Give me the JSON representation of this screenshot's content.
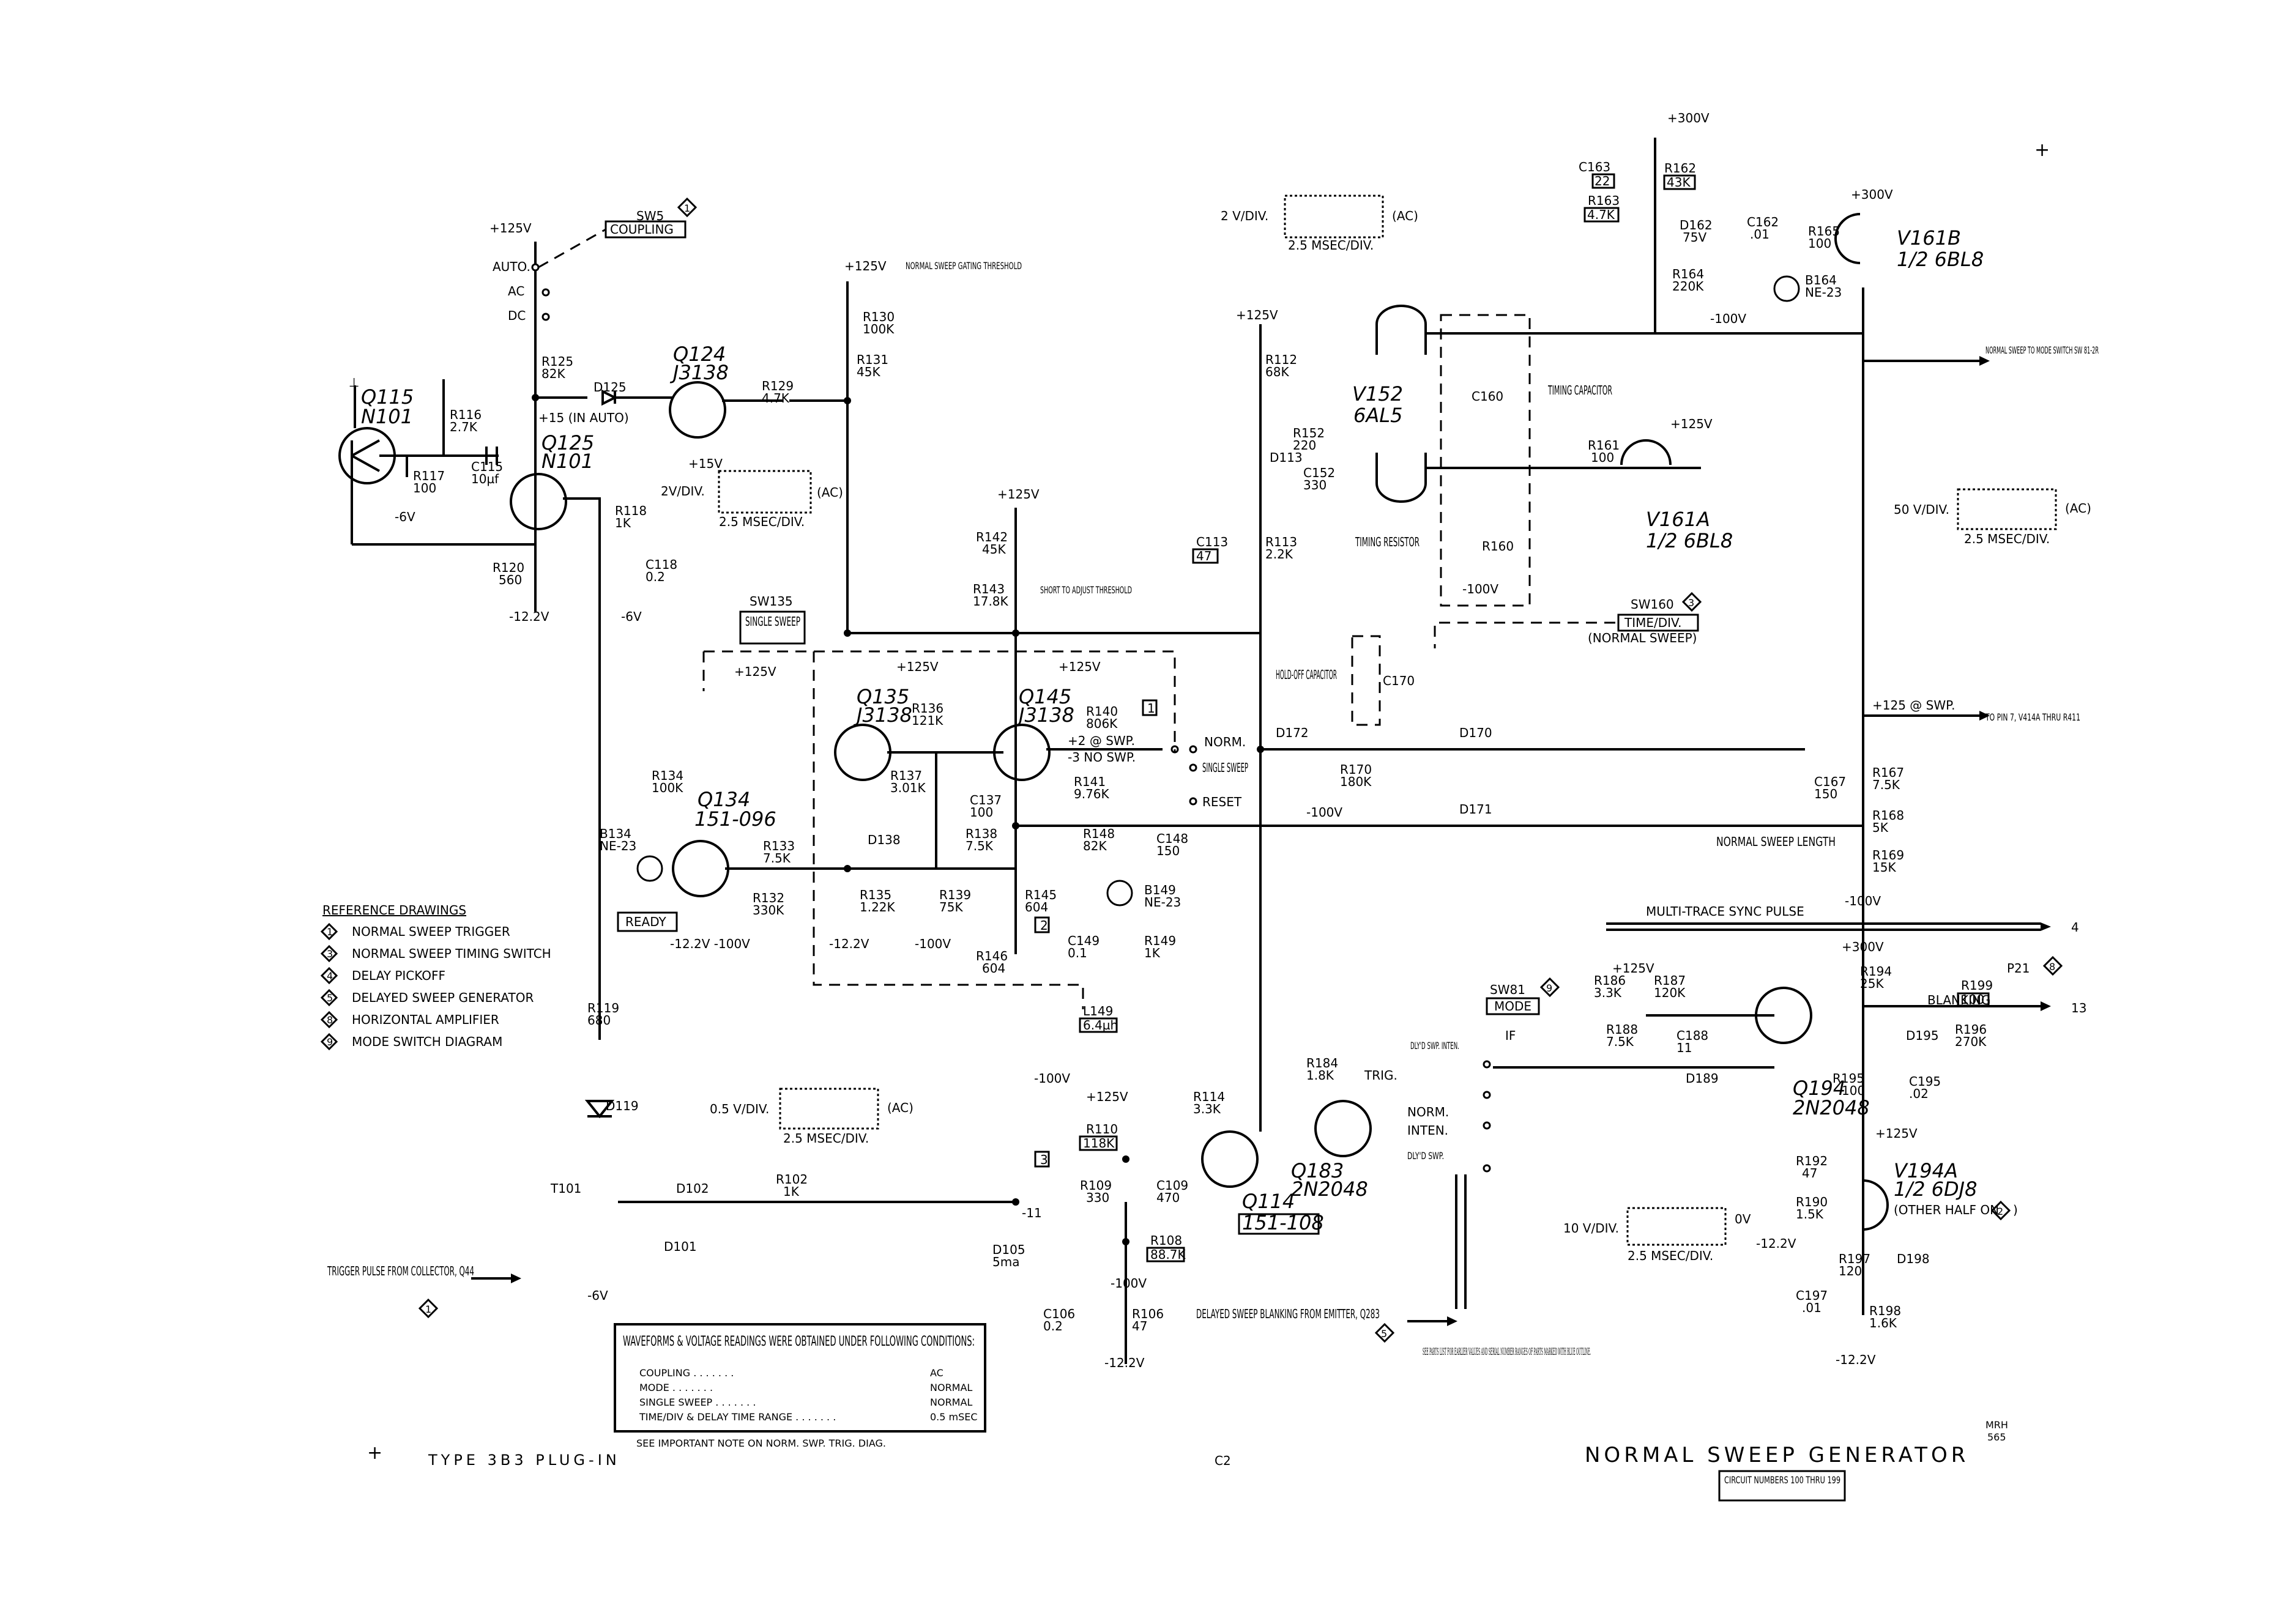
{
  "title": "NORMAL SWEEP GENERATOR",
  "circuit_numbers": "CIRCUIT NUMBERS 100 THRU 199",
  "plugin": "TYPE 3B3 PLUG-IN",
  "page_mark": "C2",
  "initials": "MRH",
  "date_code": "565",
  "parts_note": "SEE PARTS LIST FOR EARLIER VALUES AND SERIAL NUMBER RANGES OF PARTS MARKED WITH BLUE OUTLINE.",
  "reference": {
    "heading": "REFERENCE DRAWINGS",
    "items": [
      {
        "num": "1",
        "text": "NORMAL SWEEP TRIGGER"
      },
      {
        "num": "3",
        "text": "NORMAL SWEEP TIMING SWITCH"
      },
      {
        "num": "4",
        "text": "DELAY PICKOFF"
      },
      {
        "num": "5",
        "text": "DELAYED SWEEP GENERATOR"
      },
      {
        "num": "8",
        "text": "HORIZONTAL AMPLIFIER"
      },
      {
        "num": "9",
        "text": "MODE SWITCH DIAGRAM"
      }
    ]
  },
  "conditions": {
    "heading": "WAVEFORMS & VOLTAGE READINGS WERE OBTAINED UNDER FOLLOWING CONDITIONS:",
    "rows": [
      {
        "k": "COUPLING",
        "v": "AC"
      },
      {
        "k": "MODE",
        "v": "NORMAL"
      },
      {
        "k": "SINGLE SWEEP",
        "v": "NORMAL"
      },
      {
        "k": "TIME/DIV & DELAY TIME RANGE",
        "v": "0.5 mSEC"
      }
    ],
    "footnote": "SEE IMPORTANT NOTE ON NORM. SWP. TRIG. DIAG."
  },
  "switches": {
    "sw5": "SW5",
    "sw5_num": "1",
    "coupling": "COUPLING",
    "auto": "AUTO.",
    "ac": "AC",
    "dc": "DC",
    "sw135": "SW135",
    "single_sweep_box": "SINGLE SWEEP",
    "norm": "NORM.",
    "single": "SINGLE SWEEP",
    "reset": "RESET",
    "sw160": "SW160",
    "sw160_num": "3",
    "timediv": "TIME/DIV.",
    "normal_sweep": "(NORMAL SWEEP)",
    "sw81": "SW81",
    "sw81_num": "9",
    "mode": "MODE",
    "if": "IF",
    "dlyd_swp_inten": "DLY'D SWP. INTEN.",
    "trig": "TRIG.",
    "norm2": "NORM.",
    "inten": "INTEN.",
    "dlyd_swp": "DLY'D SWP."
  },
  "transistors": [
    {
      "ref": "Q115",
      "type": "N101"
    },
    {
      "ref": "Q125",
      "type": "N101"
    },
    {
      "ref": "Q124",
      "type": "J3138"
    },
    {
      "ref": "Q134",
      "type": "151-096"
    },
    {
      "ref": "Q135",
      "type": "J3138"
    },
    {
      "ref": "Q145",
      "type": "J3138"
    },
    {
      "ref": "Q114",
      "type": "151-108"
    },
    {
      "ref": "Q183",
      "type": "2N2048"
    },
    {
      "ref": "Q194",
      "type": "2N2048"
    }
  ],
  "tubes": [
    {
      "ref": "V152",
      "type": "6AL5"
    },
    {
      "ref": "V161A",
      "type": "1/2 6BL8"
    },
    {
      "ref": "V161B",
      "type": "1/2 6BL8"
    },
    {
      "ref": "V194A",
      "type": "1/2 6DJ8"
    }
  ],
  "components": [
    "R117 100",
    "R116 2.7K",
    "C115 10µf",
    "R125 82K",
    "D125",
    "+15 (IN AUTO)",
    "R118 1K",
    "C118 0.2",
    "R120 560",
    "R129 4.7K",
    "R130 100K",
    "R131 45K",
    "R142 45K",
    "R143 17.8K",
    "R134 100K",
    "B134 NE-23",
    "R133 7.5K",
    "R132 330K",
    "R136 121K",
    "R137 3.01K",
    "C137 100",
    "D138",
    "R138 7.5K",
    "R135 1.22K",
    "R139 75K",
    "R140 806K",
    "R141 9.76K",
    "R145 604",
    "R146 604",
    "R148 82K",
    "C148 150",
    "B149 NE-23",
    "C149 0.1",
    "R149 1K",
    "L149 6.4µh",
    "R119 680",
    "D119",
    "T101",
    "D102",
    "R102 1K",
    "D101",
    "D105 5ma",
    "C106 0.2",
    "R106 47",
    "R108 88.7K",
    "R109 330",
    "C109 470",
    "R110 118K",
    "R114 3.3K",
    "R184 1.8K",
    "R112 68K",
    "R152 220",
    "C152 330",
    "D113",
    "C113 47",
    "R113 2.2K",
    "C160",
    "R160",
    "C170",
    "D172",
    "R170 180K",
    "D170",
    "D171",
    "C167 150",
    "R167 7.5K",
    "R168 5K",
    "R169 15K",
    "C163 22",
    "R162 43K",
    "R163 4.7K",
    "D162 75V",
    "C162 .01",
    "R164 220K",
    "B164 NE-23",
    "R165 100",
    "R161 100",
    "R186 3.3K",
    "R187 120K",
    "R188 7.5K",
    "C188 11",
    "D189",
    "R194 25K",
    "R199 100",
    "D195",
    "R196 270K",
    "C195 .02",
    "R195 100",
    "R192 47",
    "R190 1.5K",
    "R197 120",
    "C197 .01",
    "R198 1.6K",
    "D198"
  ],
  "annotations": {
    "gating": "NORMAL SWEEP GATING THRESHOLD",
    "short": "SHORT TO ADJUST THRESHOLD",
    "timing_cap": "TIMING CAPACITOR",
    "timing_res": "TIMING RESISTOR",
    "holdoff": "HOLD-OFF CAPACITOR",
    "sweep_length": "NORMAL SWEEP LENGTH",
    "to_mode": "NORMAL SWEEP TO MODE SWITCH SW 81-2R",
    "to_pin7": "TO PIN 7, V414A THRU R411",
    "multi_trace": "MULTI-TRACE SYNC PULSE",
    "blanking": "BLANKING",
    "ready": "READY",
    "trigger_pulse": "TRIGGER PULSE FROM COLLECTOR, Q44",
    "delayed_blank": "DELAYED SWEEP BLANKING FROM EMITTER, Q283",
    "other_half": "(OTHER HALF ON",
    "p21": "P21",
    "p21_num": "8",
    "out4": "4",
    "out13": "13",
    "plus125swp": "+125 @ SWP.",
    "plus2swp": "+2 @ SWP.",
    "minus3": "-3 NO SWP.",
    "minus11": "-11"
  },
  "voltages": {
    "p125": "+125V",
    "p300": "+300V",
    "m100": "-100V",
    "m6": "-6V",
    "m122": "-12.2V",
    "p15": "+15V",
    "gnd0v": "0V"
  },
  "waveforms": [
    {
      "id": "w1",
      "vdiv": "2V/DIV.",
      "tdiv": "2.5 MSEC/DIV.",
      "coupling": "(AC)"
    },
    {
      "id": "w2",
      "vdiv": "2 V/DIV.",
      "tdiv": "2.5 MSEC/DIV.",
      "coupling": "(AC)"
    },
    {
      "id": "w3",
      "vdiv": "50 V/DIV.",
      "tdiv": "2.5 MSEC/DIV.",
      "coupling": "(AC)"
    },
    {
      "id": "w4",
      "vdiv": "0.5 V/DIV.",
      "tdiv": "2.5 MSEC/DIV.",
      "coupling": "(AC)"
    },
    {
      "id": "w5",
      "vdiv": "10 V/DIV.",
      "tdiv": "2.5 MSEC/DIV.",
      "coupling": "0V"
    }
  ],
  "testpoints": [
    "1",
    "2",
    "3"
  ]
}
